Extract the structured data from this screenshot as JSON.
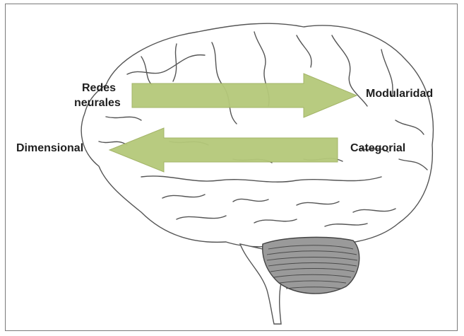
{
  "figure": {
    "labels": {
      "redes_neurales_line1": "Redes",
      "redes_neurales_line2": "neurales",
      "modularidad": "Modularidad",
      "dimensional": "Dimensional",
      "categorial": "Categorial"
    },
    "arrow_color": "#b5c97a",
    "arrow_stroke": "#9fb060",
    "brain_stroke": "#555555",
    "cerebellum_fill": "#8a8a8a",
    "frame_border": "#7a7a7a"
  }
}
